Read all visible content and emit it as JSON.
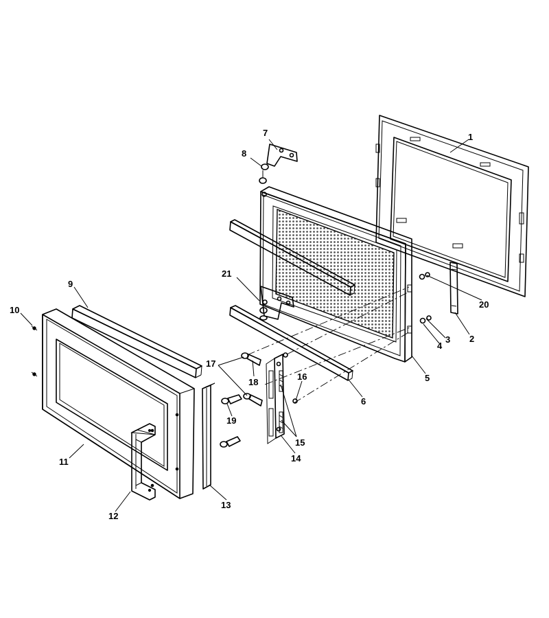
{
  "diagram": {
    "callouts": [
      {
        "id": "p1",
        "text": "1"
      },
      {
        "id": "p2",
        "text": "2"
      },
      {
        "id": "p3",
        "text": "3"
      },
      {
        "id": "p4",
        "text": "4"
      },
      {
        "id": "p5",
        "text": "5"
      },
      {
        "id": "p6",
        "text": "6"
      },
      {
        "id": "p7",
        "text": "7"
      },
      {
        "id": "p8",
        "text": "8"
      },
      {
        "id": "p9",
        "text": "9"
      },
      {
        "id": "p10",
        "text": "10"
      },
      {
        "id": "p11",
        "text": "11"
      },
      {
        "id": "p12",
        "text": "12"
      },
      {
        "id": "p13",
        "text": "13"
      },
      {
        "id": "p14",
        "text": "14"
      },
      {
        "id": "p15",
        "text": "15"
      },
      {
        "id": "p16",
        "text": "16"
      },
      {
        "id": "p17",
        "text": "17"
      },
      {
        "id": "p18",
        "text": "18"
      },
      {
        "id": "p19",
        "text": "19"
      },
      {
        "id": "p20",
        "text": "20"
      },
      {
        "id": "p21",
        "text": "21"
      }
    ]
  }
}
